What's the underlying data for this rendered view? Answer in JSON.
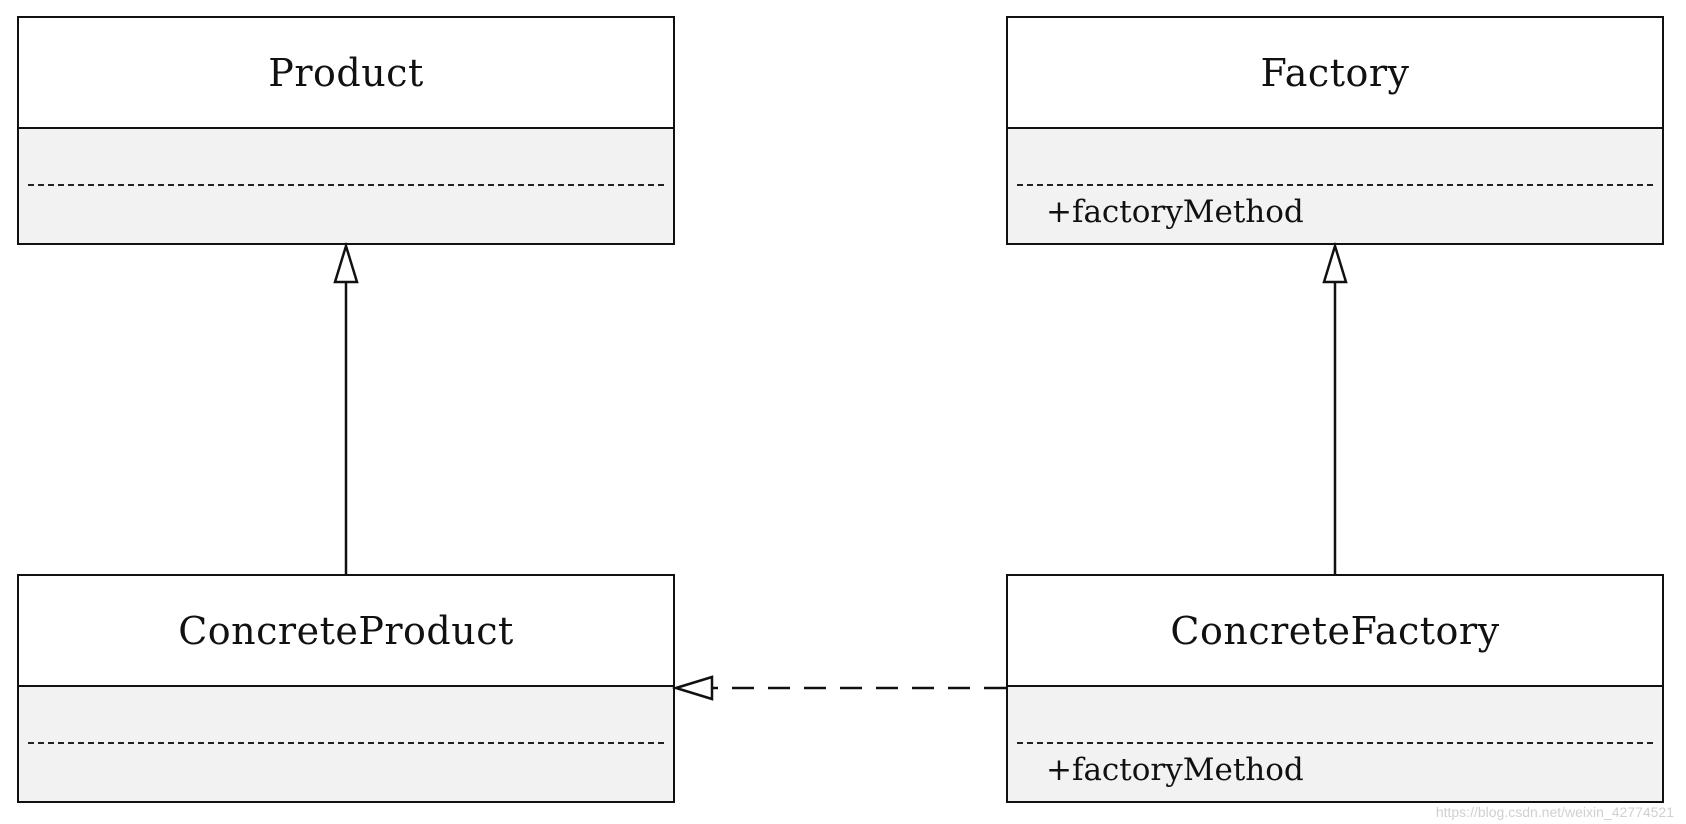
{
  "classes": {
    "product": {
      "name": "Product",
      "attributes": "",
      "operations": ""
    },
    "factory": {
      "name": "Factory",
      "attributes": "",
      "operations": "+factoryMethod"
    },
    "concrete_product": {
      "name": "ConcreteProduct",
      "attributes": "",
      "operations": ""
    },
    "concrete_factory": {
      "name": "ConcreteFactory",
      "attributes": "",
      "operations": "+factoryMethod"
    }
  },
  "relations": [
    {
      "type": "generalization",
      "from": "ConcreteProduct",
      "to": "Product"
    },
    {
      "type": "generalization",
      "from": "ConcreteFactory",
      "to": "Factory"
    },
    {
      "type": "realization",
      "from": "ConcreteFactory",
      "to": "ConcreteProduct"
    }
  ],
  "watermark": "https://blog.csdn.net/weixin_42774521"
}
